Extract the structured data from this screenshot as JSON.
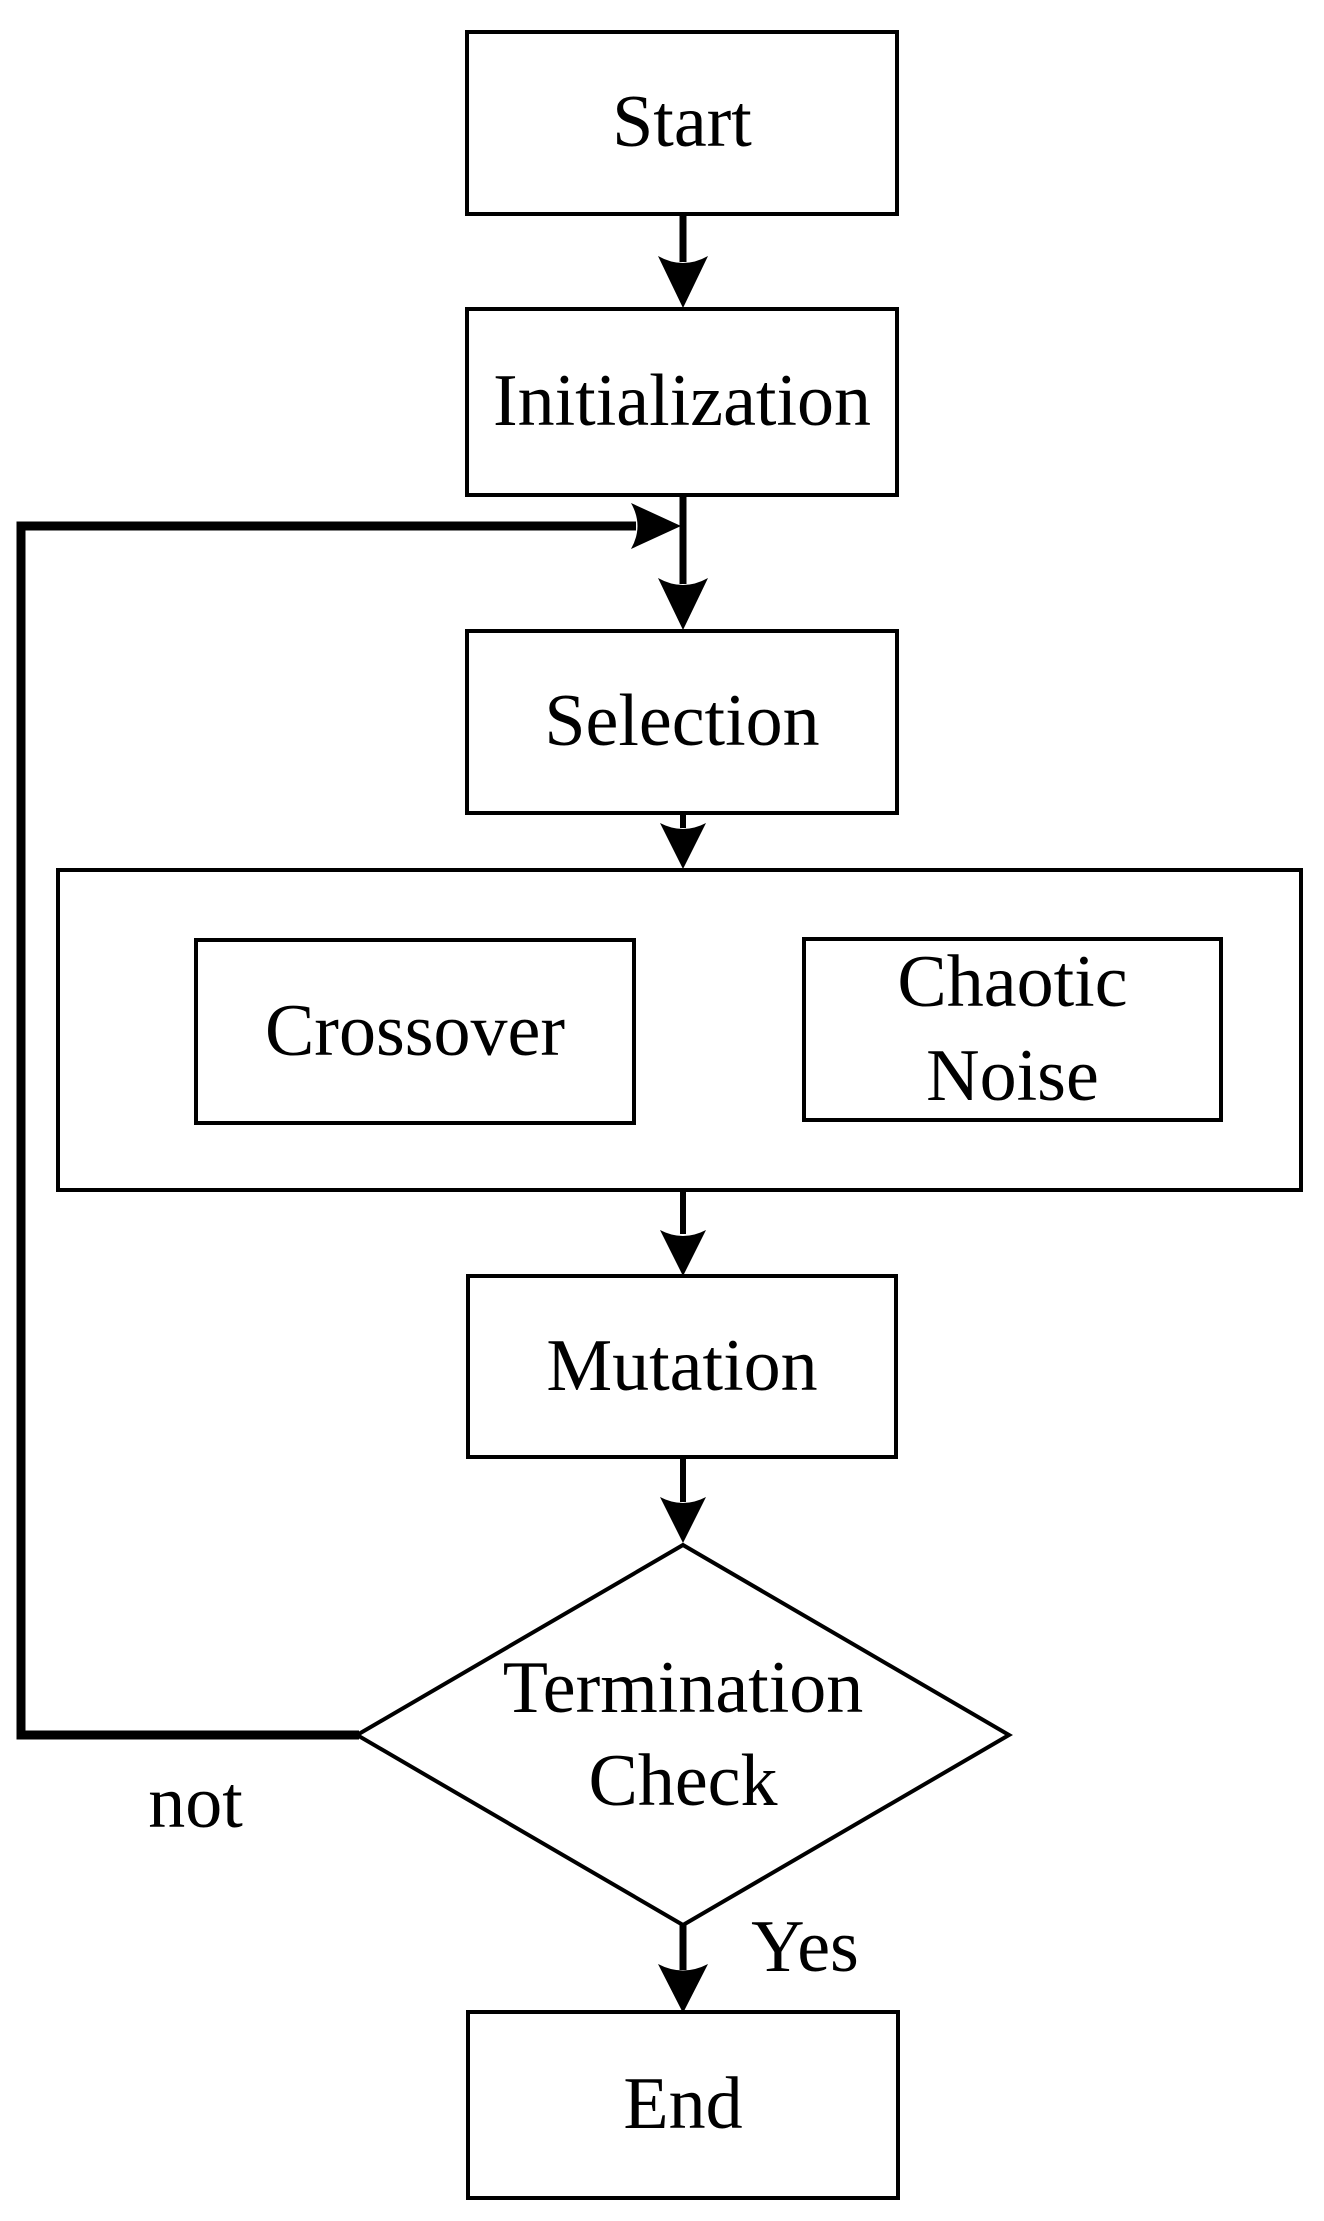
{
  "diagram": {
    "type": "flowchart",
    "colors": {
      "line": "#000000",
      "background": "#ffffff",
      "text": "#000000"
    },
    "nodes": {
      "start": {
        "label": "Start",
        "shape": "rectangle"
      },
      "initialization": {
        "label": "Initialization",
        "shape": "rectangle"
      },
      "selection": {
        "label": "Selection",
        "shape": "rectangle"
      },
      "crossover": {
        "label": "Crossover",
        "shape": "rectangle"
      },
      "chaotic_noise": {
        "line1": "Chaotic",
        "line2": "Noise",
        "shape": "rectangle"
      },
      "mutation": {
        "label": "Mutation",
        "shape": "rectangle"
      },
      "termination_check": {
        "line1": "Termination",
        "line2": "Check",
        "shape": "diamond"
      },
      "end": {
        "label": "End",
        "shape": "rectangle"
      }
    },
    "edge_labels": {
      "no": "not",
      "yes": "Yes"
    },
    "edges": [
      {
        "from": "Start",
        "to": "Initialization"
      },
      {
        "from": "Initialization",
        "to": "Selection"
      },
      {
        "from": "Selection",
        "to": "Crossover + Chaotic Noise group"
      },
      {
        "from": "Crossover",
        "to": "Chaotic Noise",
        "style": "undirected"
      },
      {
        "from": "Crossover + Chaotic Noise group",
        "to": "Mutation"
      },
      {
        "from": "Mutation",
        "to": "Termination Check"
      },
      {
        "from": "Termination Check",
        "to": "End",
        "label": "Yes"
      },
      {
        "from": "Termination Check",
        "to": "Selection",
        "label": "not",
        "style": "feedback-loop"
      }
    ]
  }
}
